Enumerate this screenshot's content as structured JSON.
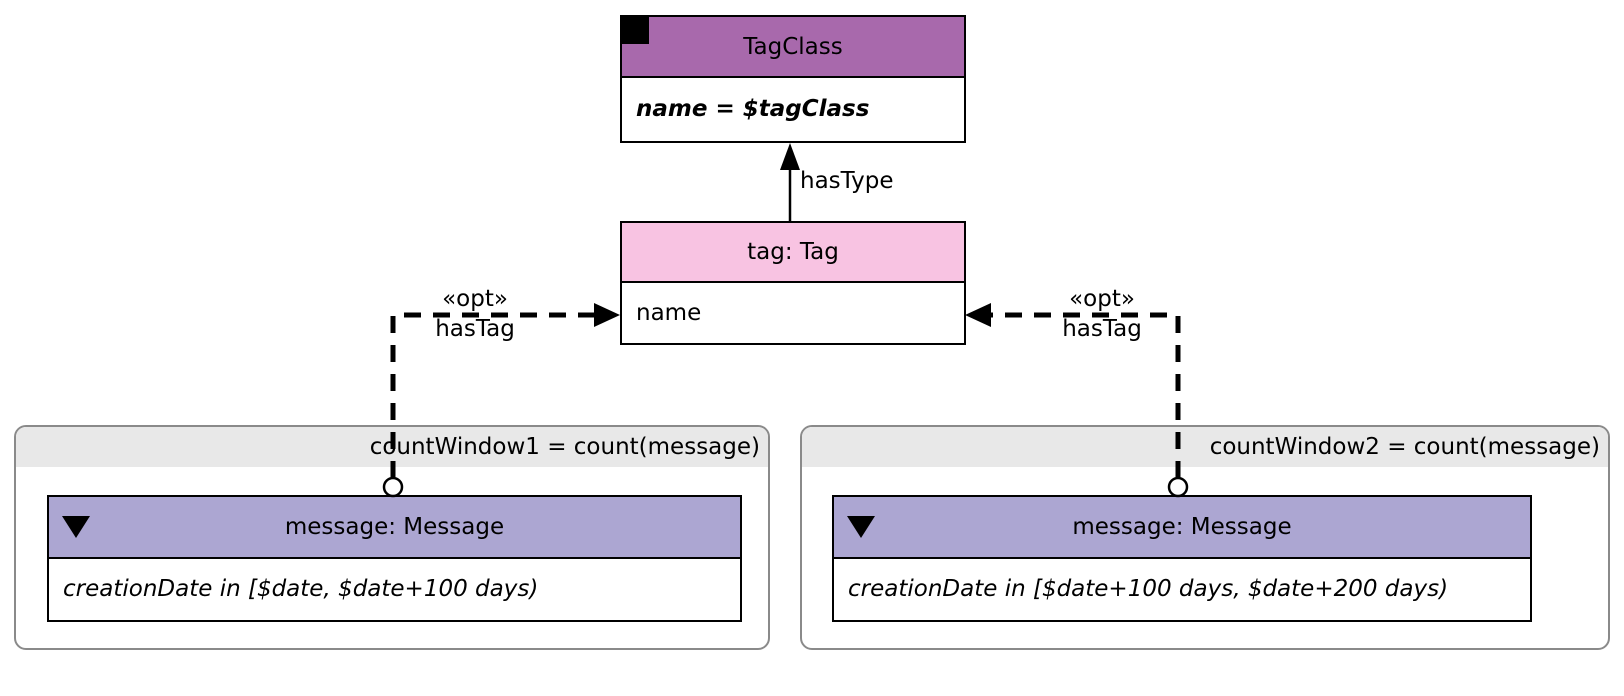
{
  "nodes": {
    "tagclass": {
      "title": "TagClass",
      "attribute": "name = $tagClass"
    },
    "tag": {
      "title": "tag: Tag",
      "attribute": "name"
    },
    "message1": {
      "title": "message: Message",
      "attribute": "creationDate in [$date, $date+100 days)"
    },
    "message2": {
      "title": "message: Message",
      "attribute": "creationDate in [$date+100 days, $date+200 days)"
    }
  },
  "groups": {
    "window1": {
      "title": "countWindow1 = count(message)"
    },
    "window2": {
      "title": "countWindow2 = count(message)"
    }
  },
  "edges": {
    "hastype": {
      "label": "hasType"
    },
    "hastag_left": {
      "stereotype": "«opt»",
      "label": "hasTag"
    },
    "hastag_right": {
      "stereotype": "«opt»",
      "label": "hasTag"
    }
  },
  "colors": {
    "tagclass_header": "#A869AC",
    "tag_header": "#F8C3E2",
    "message_header": "#ACA6D2",
    "group_title_bar": "#E8E8E8",
    "edge": "#000000"
  }
}
